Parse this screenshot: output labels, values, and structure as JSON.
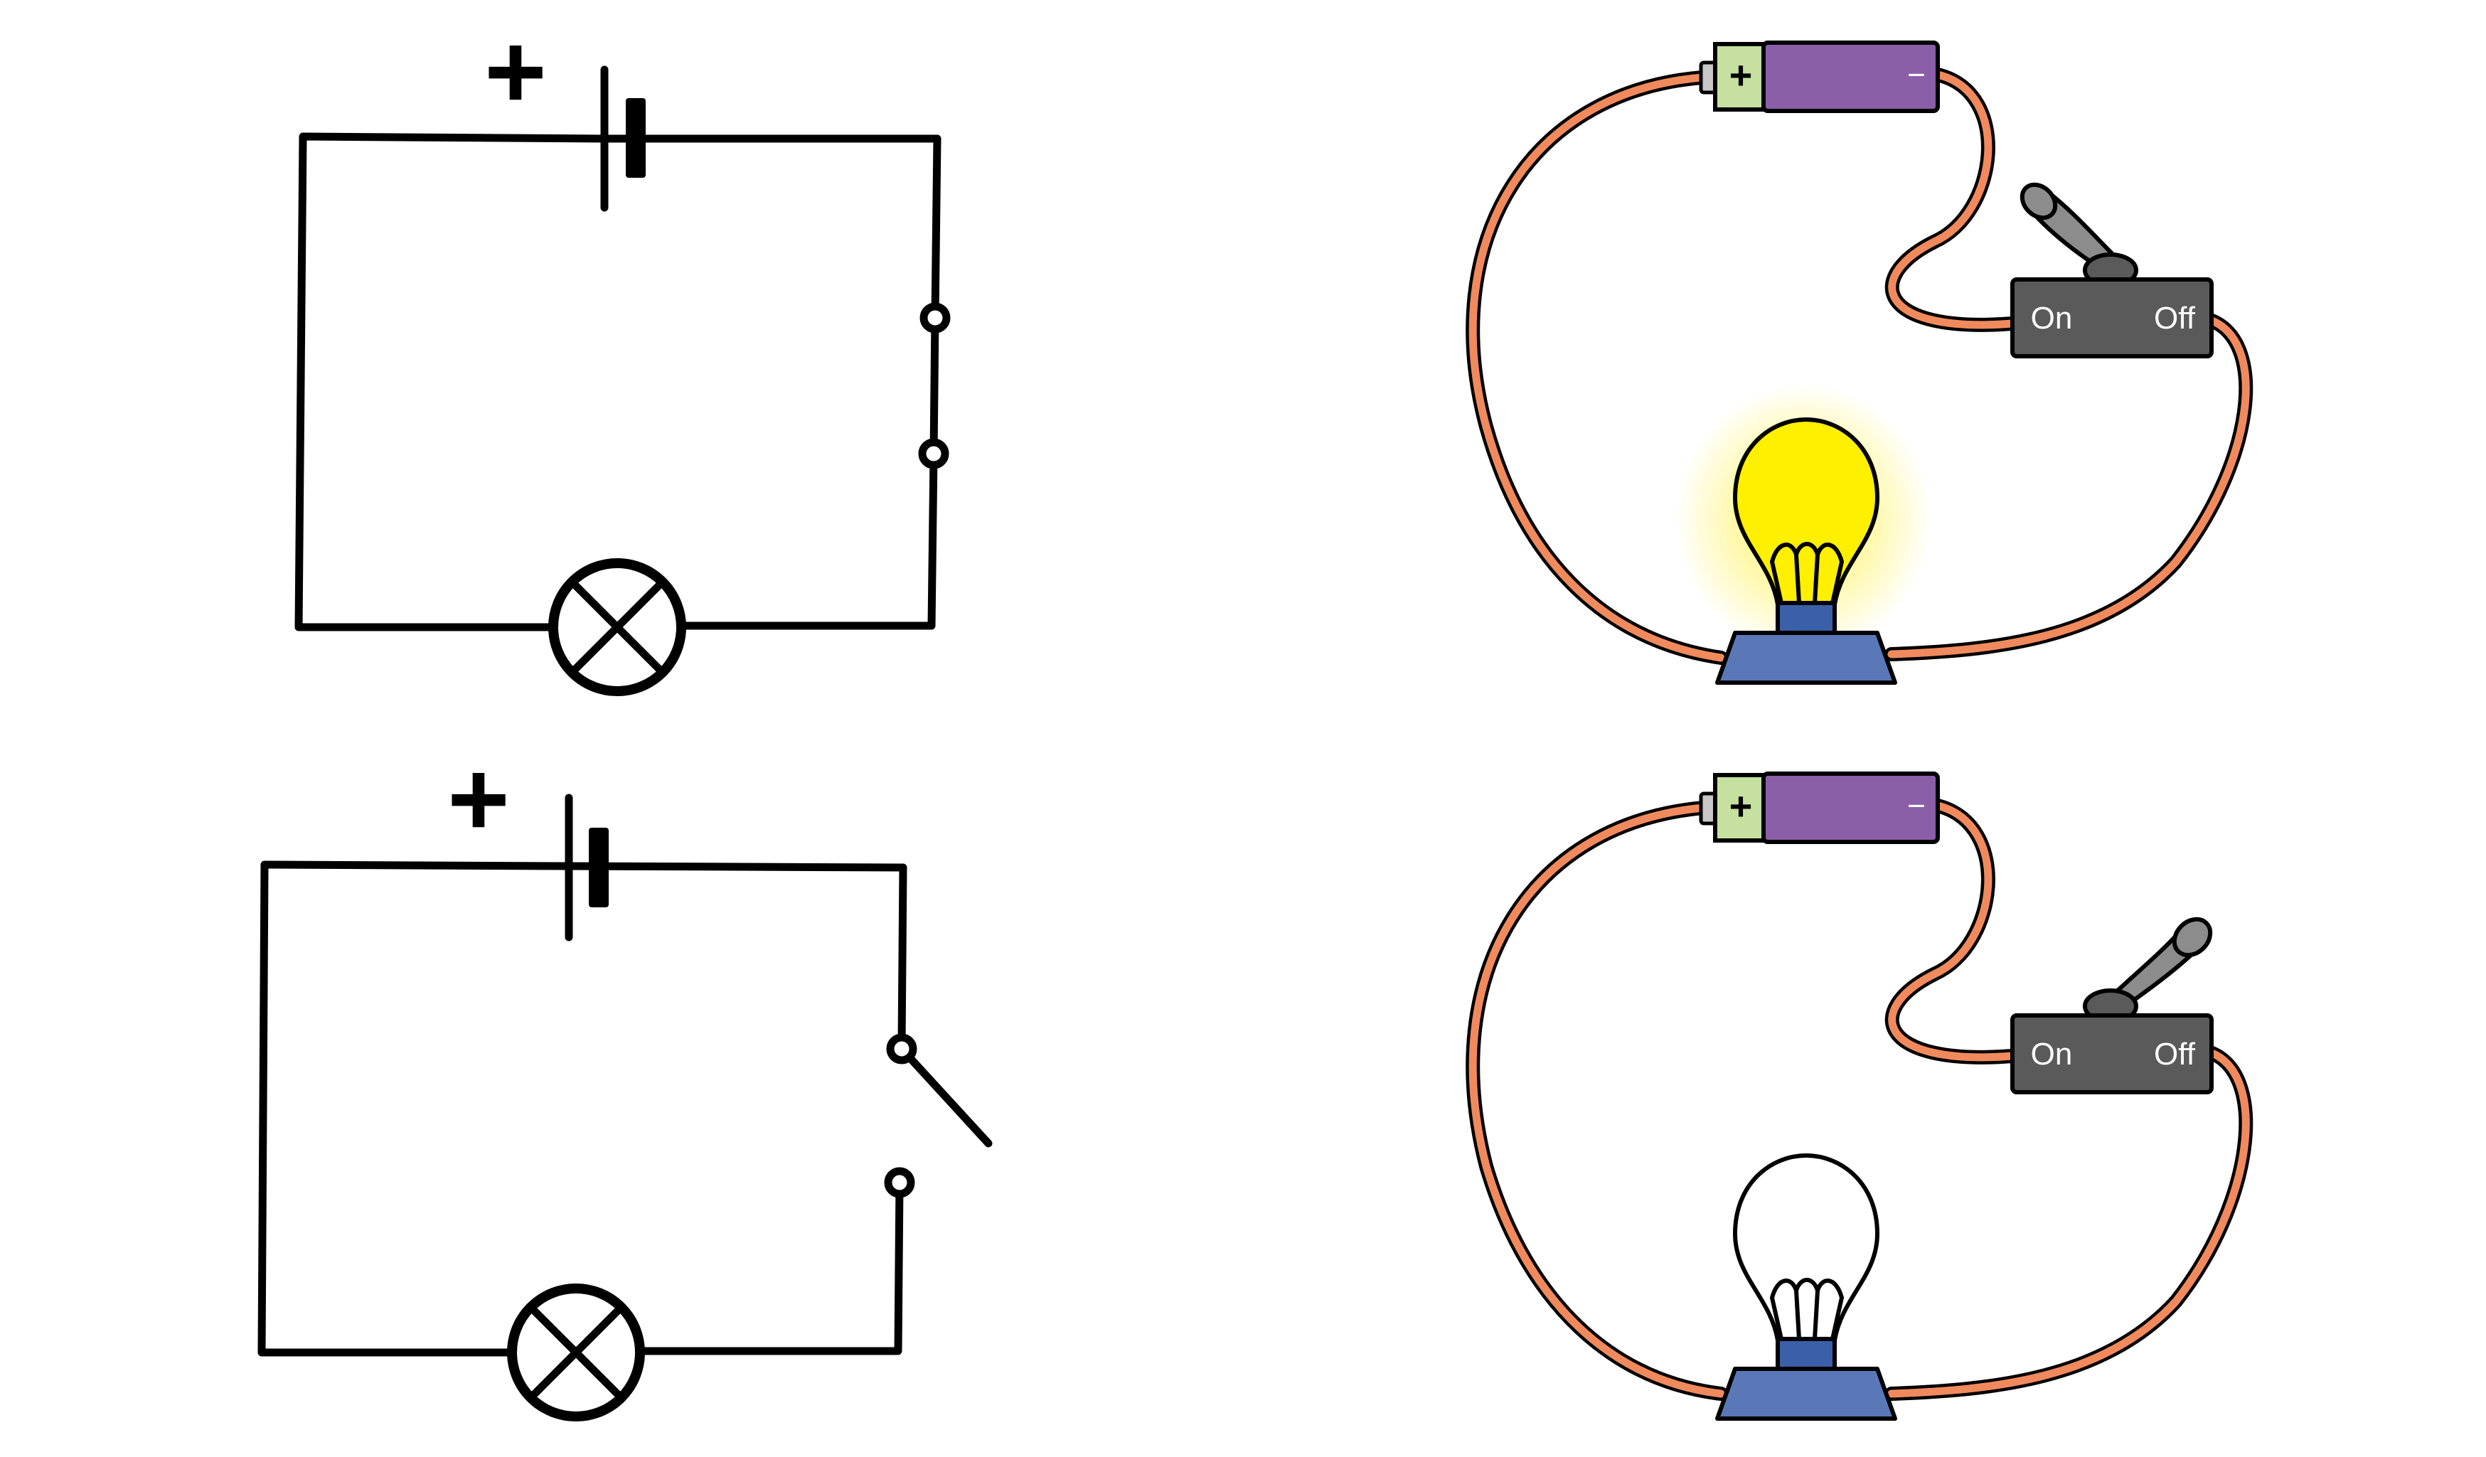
{
  "colors": {
    "wire": "#f08a5d",
    "battery_body": "#8b5fa8",
    "battery_cap": "#c6e0a0",
    "switch_body": "#5a5a5a",
    "lever": "#8c8c8c",
    "bulb_base": "#5a78b8",
    "bulb_socket": "#3b5fa8",
    "bulb_on": "#ffef00",
    "bulb_glow": "#fff36b",
    "bulb_off": "#ffffff",
    "background": "#ffffff"
  },
  "schematics": [
    {
      "id": "schematic-closed",
      "plus": "+",
      "switch_state": "closed"
    },
    {
      "id": "schematic-open",
      "plus": "+",
      "switch_state": "open"
    }
  ],
  "circuits": [
    {
      "id": "circuit-on",
      "battery_plus": "+",
      "battery_minus": "−",
      "switch_on_label": "On",
      "switch_off_label": "Off",
      "lever_position": "on",
      "bulb_state": "lit",
      "bulb_icon": "lit-light-bulb-icon"
    },
    {
      "id": "circuit-off",
      "battery_plus": "+",
      "battery_minus": "−",
      "switch_on_label": "On",
      "switch_off_label": "Off",
      "lever_position": "off",
      "bulb_state": "unlit",
      "bulb_icon": "unlit-light-bulb-icon"
    }
  ]
}
